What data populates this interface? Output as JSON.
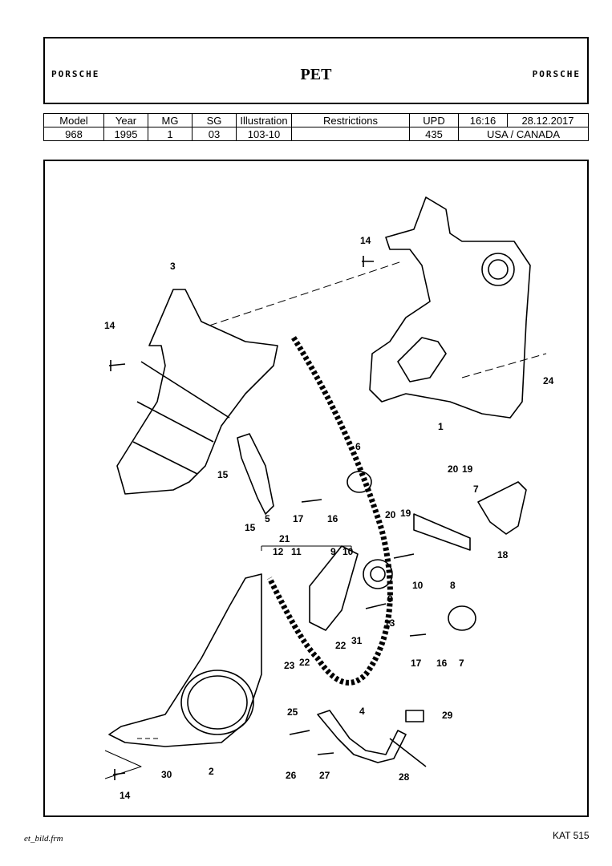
{
  "header": {
    "logo_left": "PORSCHE",
    "title": "PET",
    "logo_right": "PORSCHE"
  },
  "info_table": {
    "labels": {
      "model": "Model",
      "year": "Year",
      "mg": "MG",
      "sg": "SG",
      "illustration": "Illustration",
      "restrictions": "Restrictions",
      "upd": "UPD"
    },
    "values": {
      "model": "968",
      "year": "1995",
      "mg": "1",
      "sg": "03",
      "illustration": "103-10",
      "restrictions": "",
      "upd": "435"
    },
    "time": "16:16",
    "date": "28.12.2017",
    "region": "USA / CANADA"
  },
  "diagram": {
    "callouts": [
      "1",
      "2",
      "3",
      "4",
      "5",
      "6",
      "7",
      "7",
      "8",
      "9",
      "9",
      "10",
      "10",
      "11",
      "12",
      "13",
      "14",
      "14",
      "14",
      "15",
      "15",
      "16",
      "16",
      "17",
      "17",
      "18",
      "19",
      "19",
      "20",
      "20",
      "21",
      "22",
      "22",
      "23",
      "24",
      "25",
      "26",
      "27",
      "28",
      "29",
      "30",
      "31"
    ]
  },
  "footer": {
    "left": "et_bild.frm",
    "right": "KAT 515"
  }
}
